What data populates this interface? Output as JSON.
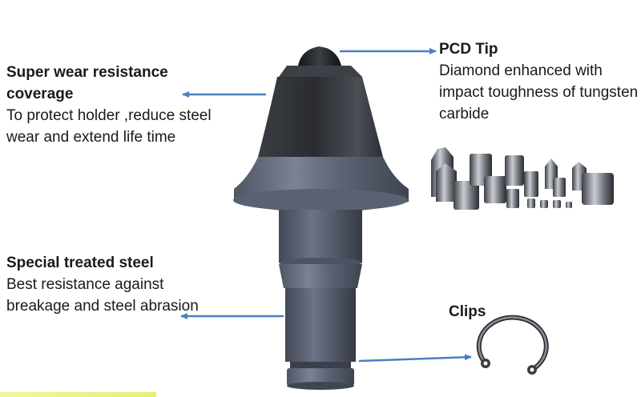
{
  "labels": {
    "wear": {
      "title": "Super wear resistance coverage",
      "desc": "To protect holder ,reduce steel wear and extend life time"
    },
    "pcd": {
      "title": "PCD Tip",
      "desc": "Diamond enhanced with impact toughness of tungsten carbide"
    },
    "steel": {
      "title": "Special treated steel",
      "desc": "Best resistance against breakage and steel abrasion"
    },
    "clips": {
      "title": "Clips"
    }
  },
  "colors": {
    "arrow": "#4a7fc1",
    "carbide_body": "#2f3238",
    "steel_body": "#5b6272",
    "steel_light": "#8a93a3",
    "tip": "#1c1e22"
  },
  "icons": [
    "conical-pick",
    "pcd-inserts",
    "circlip"
  ]
}
